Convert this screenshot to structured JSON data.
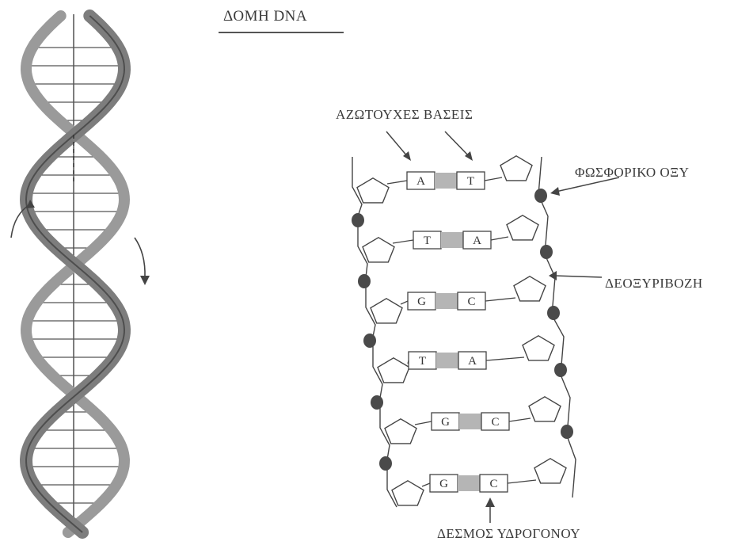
{
  "title": "ΔΟΜΗ DNA",
  "labels": {
    "bases": "ΑΖΩΤΟΥΧΕΣ ΒΑΣΕΙΣ",
    "phosphate": "ΦΩΣΦΟΡΙΚΟ ΟΞΥ",
    "deoxyribose": "ΔΕΟΞΥΡΙΒΟΖΗ",
    "hydrogen_bond": "ΔΕΣΜΟΣ ΥΔΡΟΓΟΝΟΥ"
  },
  "base_pairs": [
    {
      "left": "A",
      "right": "T"
    },
    {
      "left": "T",
      "right": "A"
    },
    {
      "left": "G",
      "right": "C"
    },
    {
      "left": "T",
      "right": "A"
    },
    {
      "left": "G",
      "right": "C"
    },
    {
      "left": "G",
      "right": "C"
    }
  ],
  "colors": {
    "strand": "#8a8a8a",
    "strand_dark": "#555555",
    "phosphate": "#4a4a4a",
    "bond_fill": "#b5b5b5",
    "line": "#444444"
  }
}
